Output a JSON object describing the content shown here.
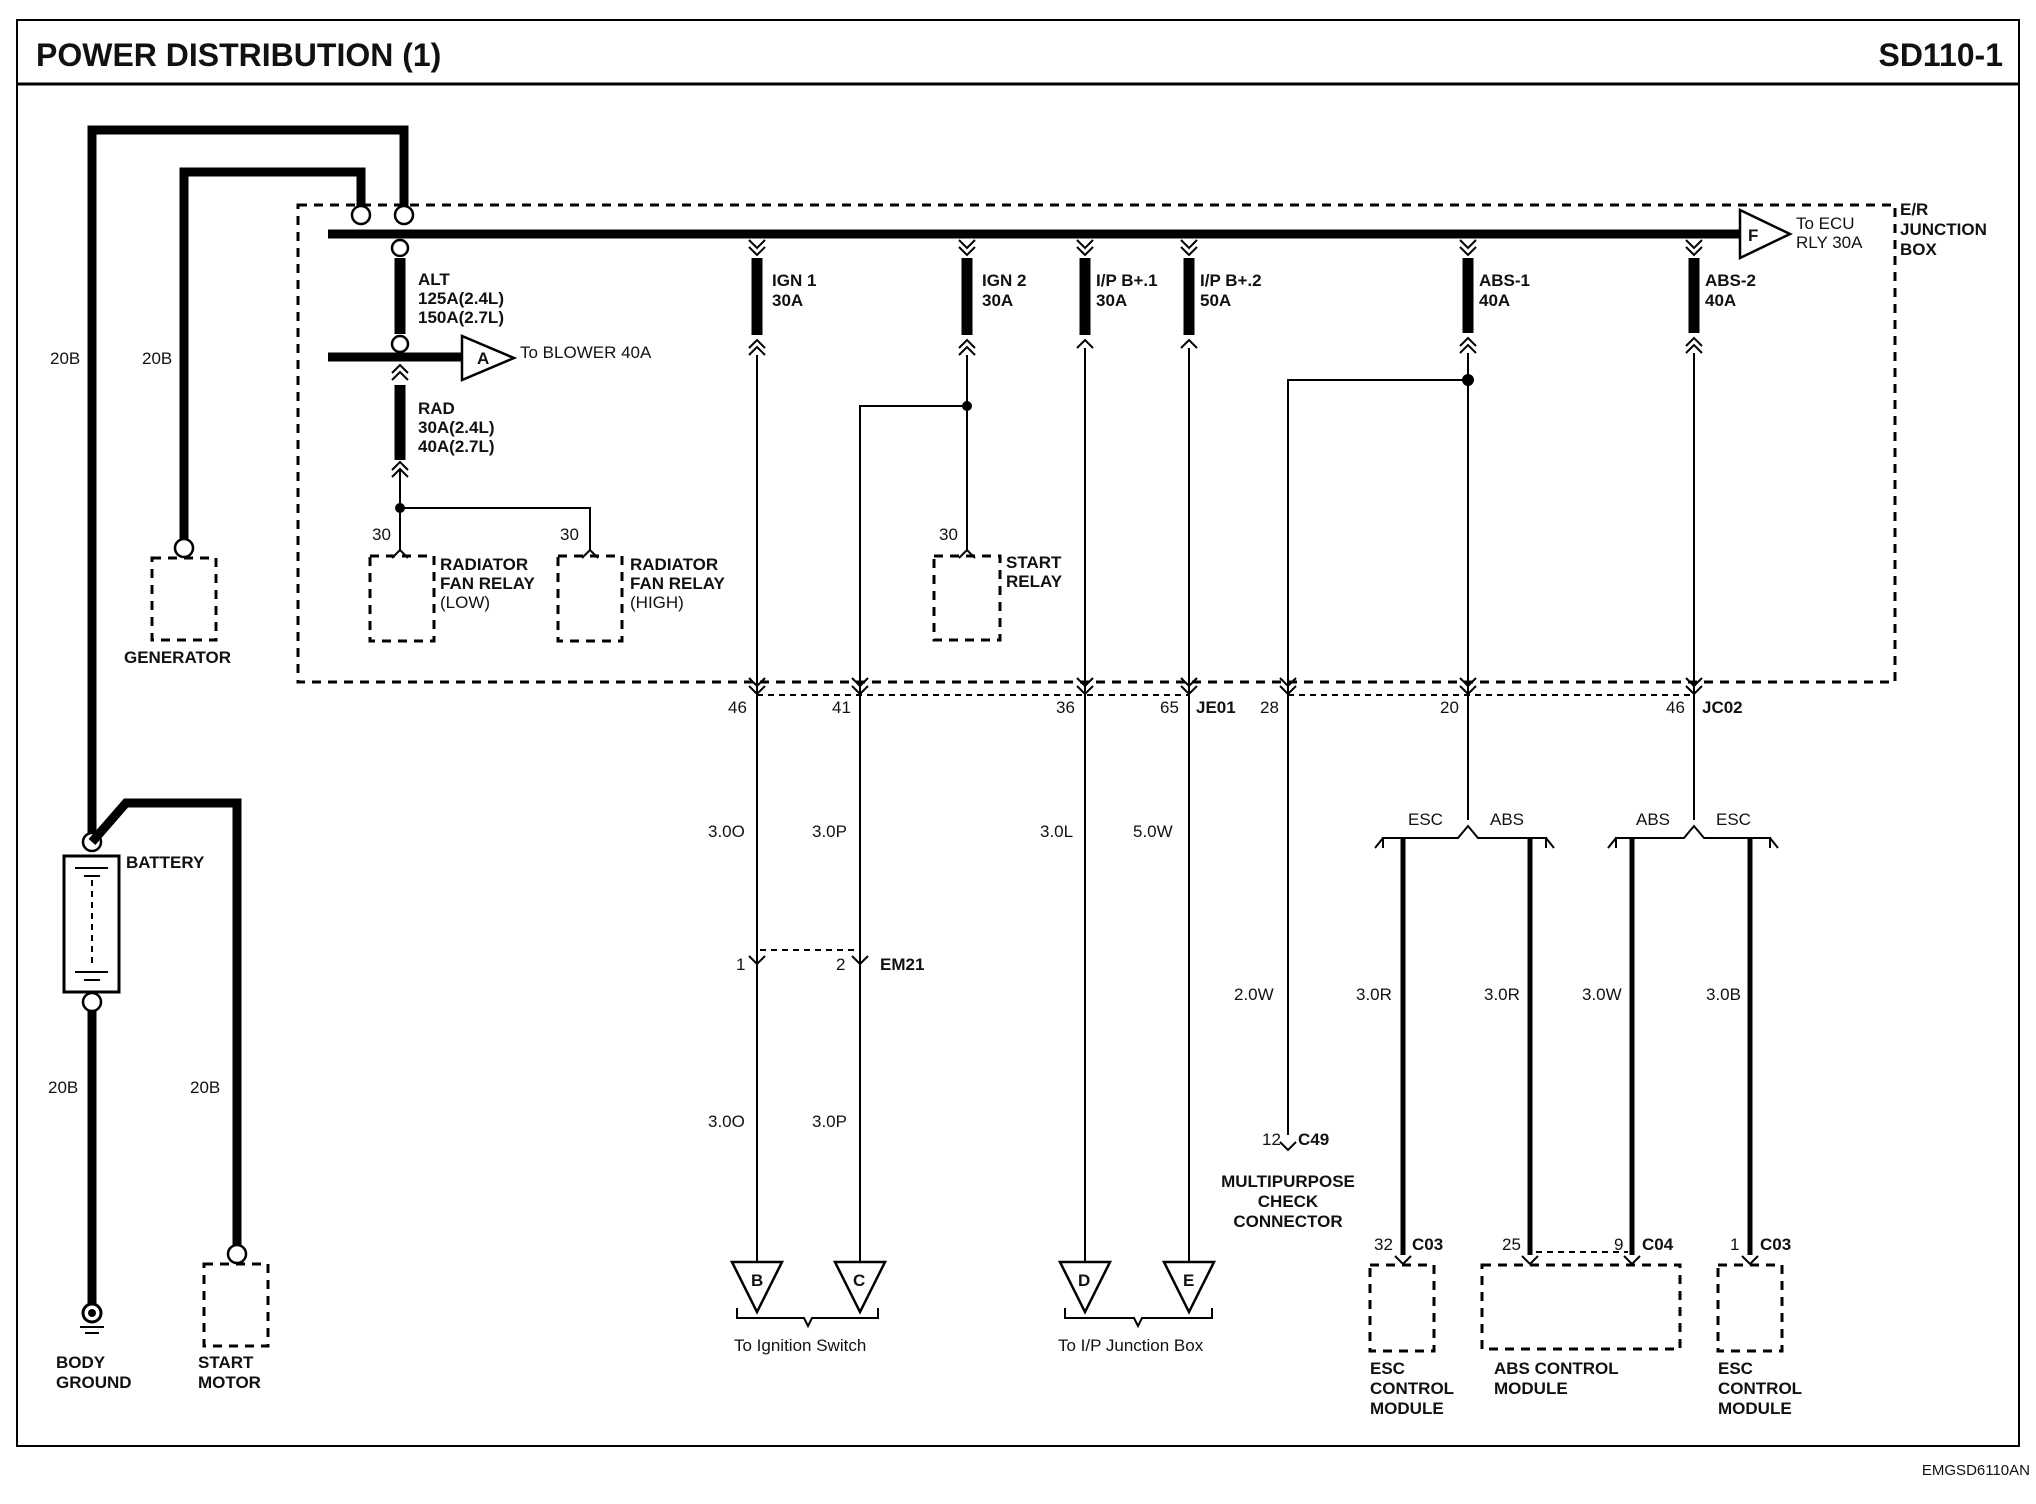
{
  "header": {
    "title": "POWER DISTRIBUTION (1)",
    "code": "SD110-1"
  },
  "footer": {
    "code": "EMGSD6110AN"
  },
  "junction_box": {
    "label_1": "E/R",
    "label_2": "JUNCTION",
    "label_3": "BOX"
  },
  "battery": {
    "label": "BATTERY"
  },
  "generator": {
    "label": "GENERATOR"
  },
  "body_ground": {
    "line1": "BODY",
    "line2": "GROUND"
  },
  "start_motor": {
    "line1": "START",
    "line2": "MOTOR"
  },
  "wires": {
    "w20b_a": "20B",
    "w20b_b": "20B",
    "w20b_c": "20B",
    "w20b_d": "20B"
  },
  "fuses": {
    "alt": {
      "name": "ALT",
      "r1": "125A(2.4L)",
      "r2": "150A(2.7L)"
    },
    "rad": {
      "name": "RAD",
      "r1": "30A(2.4L)",
      "r2": "40A(2.7L)"
    },
    "ign1": {
      "name": "IGN 1",
      "rating": "30A"
    },
    "ign2": {
      "name": "IGN 2",
      "rating": "30A"
    },
    "ipb1": {
      "name": "I/P B+.1",
      "rating": "30A"
    },
    "ipb2": {
      "name": "I/P B+.2",
      "rating": "50A"
    },
    "abs1": {
      "name": "ABS-1",
      "rating": "40A"
    },
    "abs2": {
      "name": "ABS-2",
      "rating": "40A"
    }
  },
  "connectors_out": {
    "a": {
      "letter": "A",
      "text": "To BLOWER 40A"
    },
    "f": {
      "letter": "F",
      "text1": "To ECU",
      "text2": "RLY 30A"
    },
    "b": "B",
    "c": "C",
    "d": "D",
    "e": "E",
    "ign_switch": "To Ignition Switch",
    "ip_jb": "To I/P Junction Box"
  },
  "relays": {
    "rad_low": {
      "pin": "30",
      "l1": "RADIATOR",
      "l2": "FAN RELAY",
      "l3": "(LOW)"
    },
    "rad_high": {
      "pin": "30",
      "l1": "RADIATOR",
      "l2": "FAN RELAY",
      "l3": "(HIGH)"
    },
    "start": {
      "pin": "30",
      "l1": "START",
      "l2": "RELAY"
    }
  },
  "pins": {
    "p46a": "46",
    "p41": "41",
    "p36": "36",
    "p65": "65",
    "je01": "JE01",
    "p28": "28",
    "p20": "20",
    "p46b": "46",
    "jc02": "JC02",
    "em21_1": "1",
    "em21_2": "2",
    "em21": "EM21",
    "c49_pin": "12",
    "c49": "C49",
    "c03a_pin": "32",
    "c03a": "C03",
    "c04_pin1": "25",
    "c04_pin2": "9",
    "c04": "C04",
    "c03b_pin": "1",
    "c03b": "C03"
  },
  "wire_labels": {
    "w1a": "3.0O",
    "w2a": "3.0P",
    "w3": "3.0L",
    "w4": "5.0W",
    "w1b": "3.0O",
    "w2b": "3.0P",
    "w5": "2.0W",
    "w6": "3.0R",
    "w7": "3.0R",
    "w8": "3.0W",
    "w9": "3.0B"
  },
  "branches": {
    "esc1": "ESC",
    "abs1": "ABS",
    "abs2": "ABS",
    "esc2": "ESC"
  },
  "mpc": {
    "l1": "MULTIPURPOSE",
    "l2": "CHECK",
    "l3": "CONNECTOR"
  },
  "modules": {
    "esc_a": {
      "l1": "ESC",
      "l2": "CONTROL",
      "l3": "MODULE"
    },
    "abs": {
      "l1": "ABS CONTROL",
      "l2": "MODULE"
    },
    "esc_b": {
      "l1": "ESC",
      "l2": "CONTROL",
      "l3": "MODULE"
    }
  }
}
